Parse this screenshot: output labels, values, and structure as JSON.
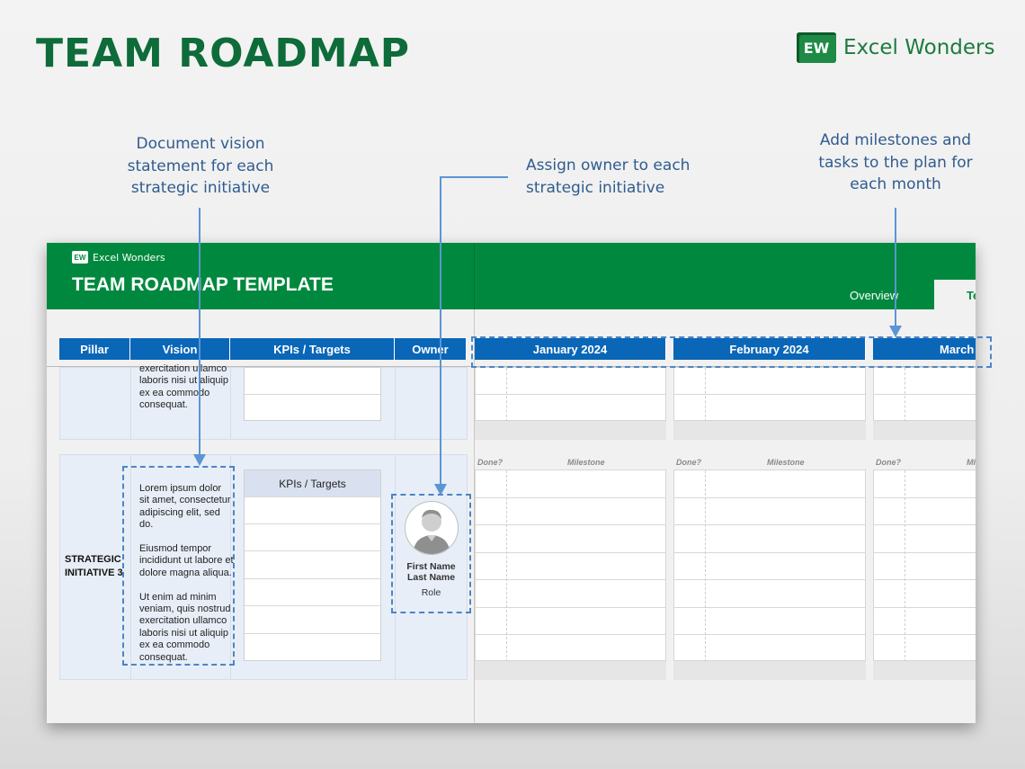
{
  "page": {
    "title": "TEAM ROADMAP",
    "brand": "Excel Wonders",
    "brand_logo_text": "EW"
  },
  "callouts": {
    "vision": "Document vision\nstatement for each\nstrategic initiative",
    "owner": "Assign owner to each\nstrategic initiative",
    "milestones": "Add milestones and\ntasks to the plan for\neach month"
  },
  "sheet": {
    "brand": "Excel Wonders",
    "title": "TEAM ROADMAP TEMPLATE",
    "tabs": [
      "Overview",
      "Te"
    ],
    "columns": {
      "pillar": "Pillar",
      "vision": "Vision",
      "kpis": "KPIs / Targets",
      "owner": "Owner"
    },
    "months": [
      "January 2024",
      "February 2024",
      "March"
    ],
    "month_subcols": {
      "done": "Done?",
      "milestone": "Milestone",
      "milestone_cut": "Mi"
    },
    "prev_row_vision_text": "exercitation ullamco\nlaboris nisi ut aliquip\nex ea commodo\nconsequat.",
    "initiative": {
      "pillar": "STRATEGIC\nINITIATIVE 3",
      "vision": "Lorem ipsum dolor\nsit amet, consectetur\nadipiscing elit, sed do.\n\nEiusmod tempor\nincididunt ut labore et\ndolore magna aliqua.\n\nUt enim ad minim\nveniam, quis nostrud\nexercitation ullamco\nlaboris nisi ut aliquip\nex ea commodo\nconsequat.",
      "kpi_header": "KPIs / Targets",
      "owner_first_last": "First Name\nLast Name",
      "owner_role": "Role"
    }
  },
  "colors": {
    "title_green": "#0e6b3a",
    "header_green": "#00893e",
    "header_blue": "#0a66b7",
    "callout_blue": "#2f5c8f",
    "dash_blue": "#4a86c5"
  }
}
